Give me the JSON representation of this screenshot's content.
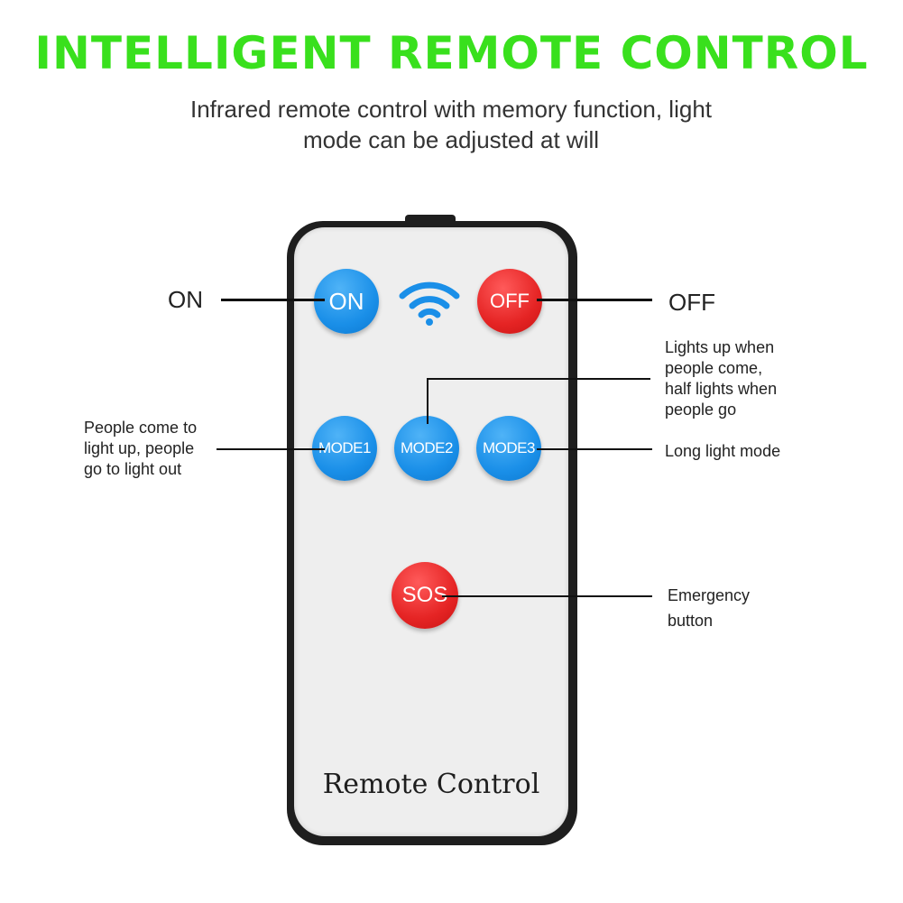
{
  "header": {
    "title": "INTELLIGENT REMOTE CONTROL",
    "subtitle_line1": "Infrared remote control with memory function, light",
    "subtitle_line2": "mode can be adjusted at will"
  },
  "remote": {
    "buttons": {
      "on": "ON",
      "off": "OFF",
      "mode1": "MODE1",
      "mode2": "MODE2",
      "mode3": "MODE3",
      "sos": "SOS"
    },
    "signal_icon": "wifi-icon",
    "label": "Remote Control"
  },
  "callouts": {
    "on": "ON",
    "off": "OFF",
    "mode1_line1": "People come to",
    "mode1_line2": "light up, people",
    "mode1_line3": "go to light out",
    "mode2_line1": "Lights up when",
    "mode2_line2": "people come,",
    "mode2_line3": "half lights when",
    "mode2_line4": "people go",
    "mode3": "Long light mode",
    "sos_line1": "Emergency",
    "sos_line2": "button"
  },
  "colors": {
    "title": "#39e01d",
    "button_blue": "#1a8fe8",
    "button_red": "#e52424",
    "remote_body": "#1e1e1e",
    "remote_face": "#eeeeee"
  }
}
